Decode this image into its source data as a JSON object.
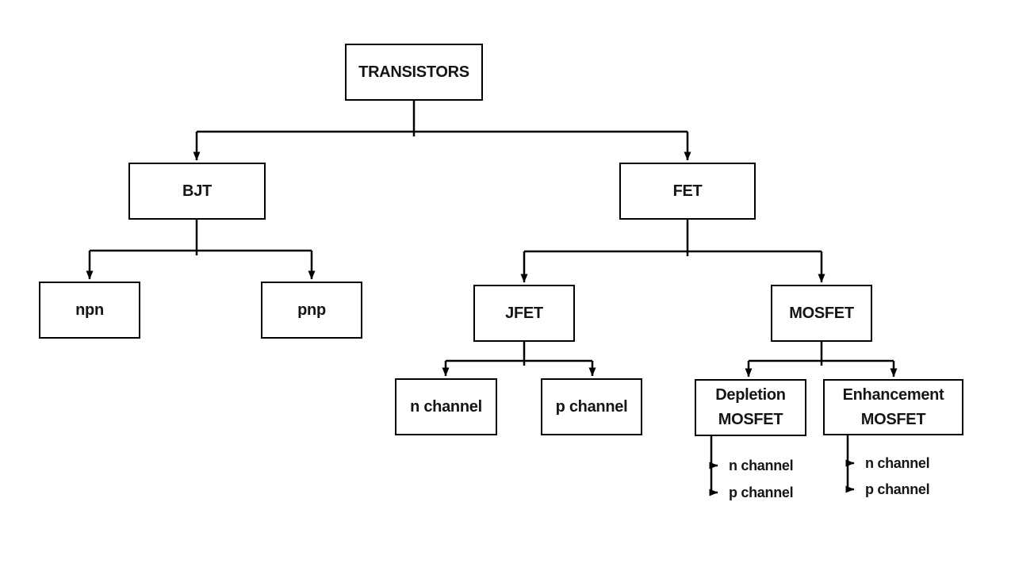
{
  "diagram": {
    "nodes": {
      "transistors": "TRANSISTORS",
      "bjt": "BJT",
      "fet": "FET",
      "npn": "npn",
      "pnp": "pnp",
      "jfet": "JFET",
      "mosfet": "MOSFET",
      "depletion_mosfet": "Depletion MOSFET",
      "enhancement_mosfet": "Enhancement MOSFET",
      "jfet_n_channel": "n channel",
      "jfet_p_channel": "p channel",
      "depletion_n_channel": "n channel",
      "depletion_p_channel": "p channel",
      "enhancement_n_channel": "n channel",
      "enhancement_p_channel": "p channel"
    },
    "colors": {
      "line": "#000000",
      "box_border": "#000000",
      "text": "#151515",
      "background": "#ffffff"
    }
  }
}
